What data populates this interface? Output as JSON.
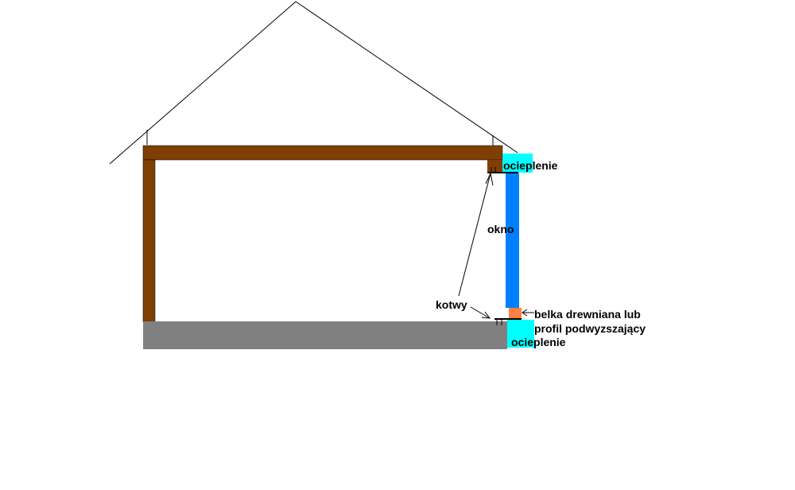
{
  "labels": {
    "insulation_top": "ocieplenie",
    "window": "okno",
    "anchors": "kotwy",
    "beam_line1": "belka drewniana lub",
    "beam_line2": "profil podwyzszający",
    "insulation_bottom": "ocieplenie"
  },
  "colors": {
    "wood": "#7f3f00",
    "concrete": "#808080",
    "insulation": "#00ffff",
    "window": "#0080ff",
    "raising_profile": "#ff8040"
  }
}
